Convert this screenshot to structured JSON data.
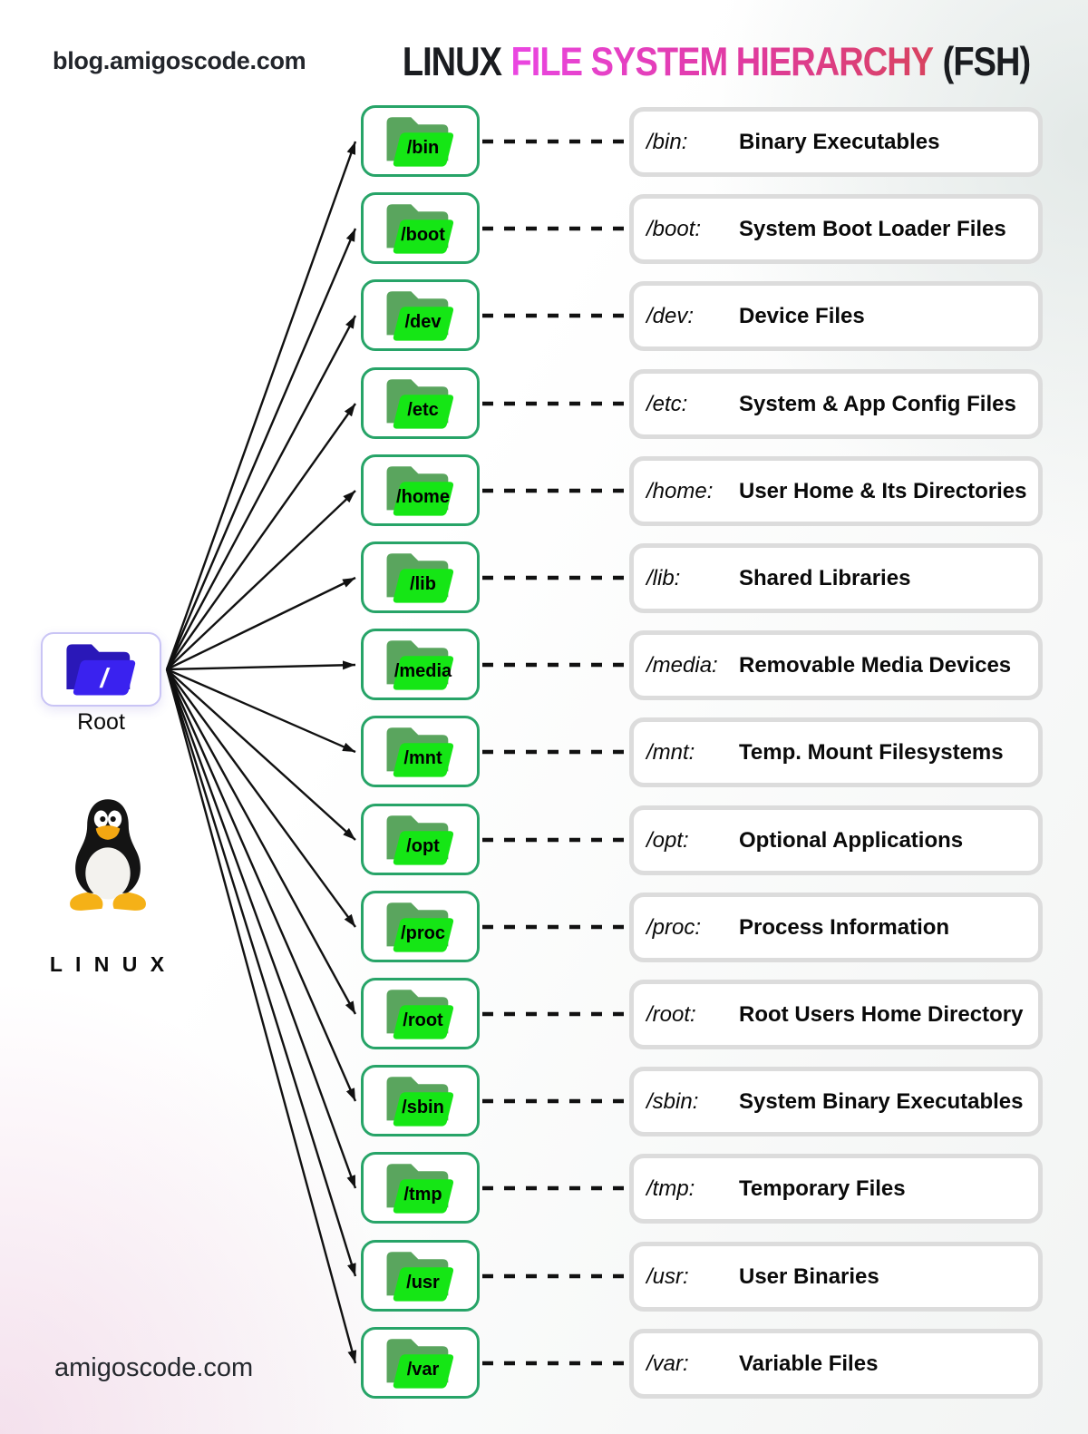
{
  "page": {
    "site": "blog.amigoscode.com",
    "footer": "amigoscode.com"
  },
  "title": {
    "prefix": "LINUX",
    "highlight": "FILE SYSTEM HIERARCHY",
    "suffix": "(FSH)"
  },
  "root": {
    "icon_label": "/",
    "label": "Root"
  },
  "branding": {
    "linux_label": "L I N U X"
  },
  "colors": {
    "title_gradient_start": "#ea46e2",
    "title_gradient_end": "#d8435e",
    "folder_border": "#27a468",
    "folder_back": "#5aa55e",
    "folder_flap": "#15e615",
    "root_folder_back": "#2a18b8",
    "root_folder_flap": "#3a22ef",
    "root_border": "#c9c4f5",
    "desc_border": "#dcdcdc",
    "connector": "#111111"
  },
  "rows": [
    {
      "folder": "/bin",
      "path": "/bin:",
      "description": "Binary Executables"
    },
    {
      "folder": "/boot",
      "path": "/boot:",
      "description": "System Boot Loader Files"
    },
    {
      "folder": "/dev",
      "path": "/dev:",
      "description": "Device Files"
    },
    {
      "folder": "/etc",
      "path": "/etc:",
      "description": "System & App Config Files"
    },
    {
      "folder": "/home",
      "path": "/home:",
      "description": "User Home & Its Directories"
    },
    {
      "folder": "/lib",
      "path": "/lib:",
      "description": "Shared Libraries"
    },
    {
      "folder": "/media",
      "path": "/media:",
      "description": "Removable Media Devices"
    },
    {
      "folder": "/mnt",
      "path": "/mnt:",
      "description": "Temp. Mount Filesystems"
    },
    {
      "folder": "/opt",
      "path": "/opt:",
      "description": "Optional Applications"
    },
    {
      "folder": "/proc",
      "path": "/proc:",
      "description": "Process Information"
    },
    {
      "folder": "/root",
      "path": "/root:",
      "description": "Root Users Home Directory"
    },
    {
      "folder": "/sbin",
      "path": "/sbin:",
      "description": "System Binary Executables"
    },
    {
      "folder": "/tmp",
      "path": "/tmp:",
      "description": "Temporary Files"
    },
    {
      "folder": "/usr",
      "path": "/usr:",
      "description": "User Binaries"
    },
    {
      "folder": "/var",
      "path": "/var:",
      "description": "Variable Files"
    }
  ]
}
